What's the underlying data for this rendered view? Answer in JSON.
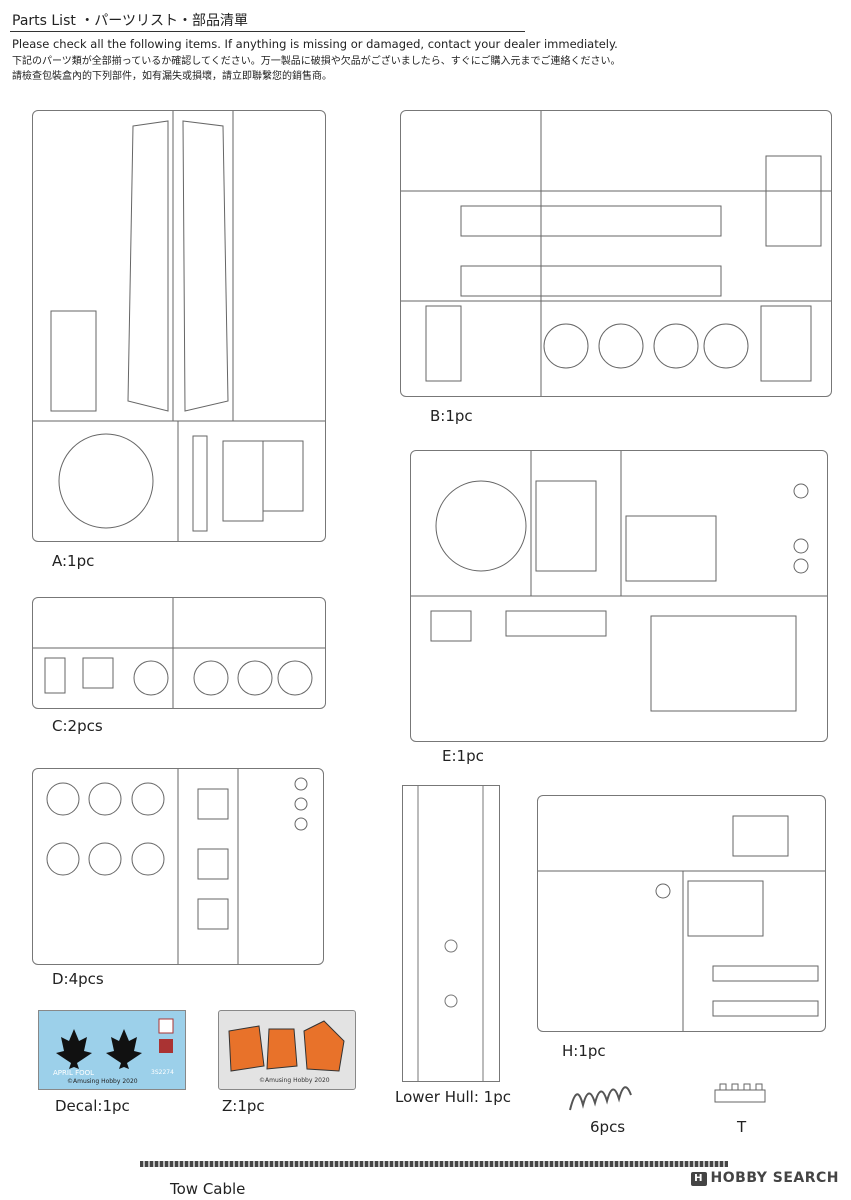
{
  "header": {
    "title": "Parts List ・パーツリスト・部品清單",
    "line_en": "Please check all the following items. If anything is missing or damaged, contact your dealer immediately.",
    "line_jp": "下記のパーツ類が全部揃っているか確認してください。万一製品に破損や欠品がございましたら、すぐにご購入元までご連絡ください。",
    "line_cn": "請檢查包裝盒內的下列部件，如有漏失或損壞，請立即聯繫您的銷售商。"
  },
  "sprues": {
    "a": "A:1pc",
    "b": "B:1pc",
    "c": "C:2pcs",
    "d": "D:4pcs",
    "e": "E:1pc",
    "h": "H:1pc"
  },
  "items": {
    "decal": "Decal:1pc",
    "pe": "Z:1pc",
    "lower_hull": "Lower Hull: 1pc",
    "spring": "6pcs",
    "track": "T",
    "tow_cable": "Tow Cable"
  },
  "decal_sheet": {
    "text1": "APRIL FOOL",
    "text2": "©Amusing Hobby 2020",
    "code": "3S2274"
  },
  "pe_sheet": {
    "text": "©Amusing Hobby 2020"
  },
  "watermark": {
    "logo": "H",
    "text": "HOBBY SEARCH"
  },
  "colors": {
    "decal_bg": "#9cd0ea",
    "pe_orange": "#e8722a",
    "sprue_line": "#777777"
  }
}
